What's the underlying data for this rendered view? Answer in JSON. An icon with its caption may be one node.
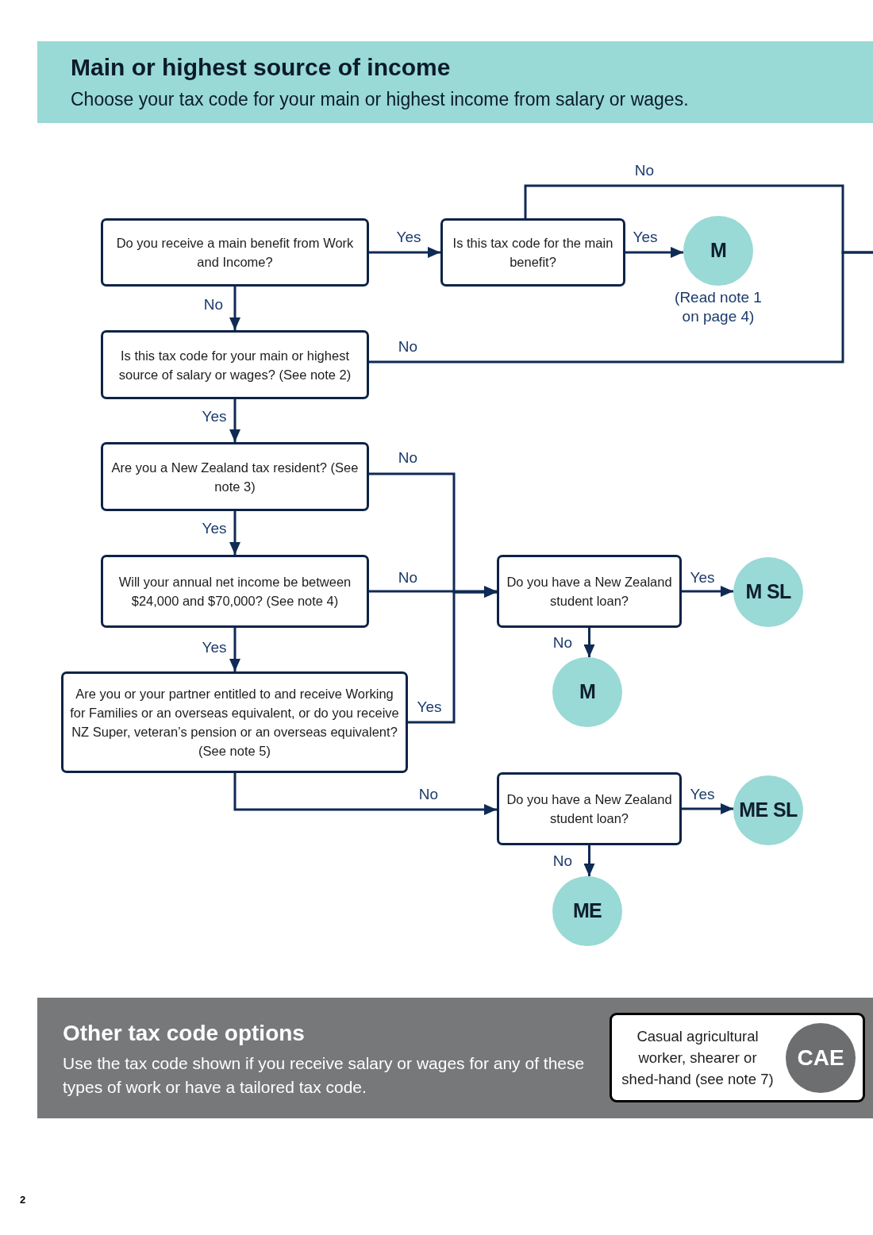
{
  "diagram": {
    "title": "Main or highest source of income",
    "nodes": [
      {
        "text": [
          "Do you receive a main benefit from Work and Income?"
        ]
      },
      {
        "text": [
          "Is this tax code for the main benefit?"
        ]
      },
      {
        "text": [
          "M"
        ],
        "beside": [
          "(Read note 1 on page 4)"
        ]
      },
      {
        "text": [
          "Is this tax code for your main or highest source of salary or wages? (See note 2)"
        ]
      },
      {
        "text": [
          "Are you a New Zealand tax resident? (See note 3)"
        ]
      },
      {
        "text": [
          "Will your annual net income be between $24,000 and $70,000? (See note 4)"
        ]
      },
      {
        "text": [
          "Do you have a New Zealand student loan?"
        ]
      },
      {
        "text": [
          "M SL"
        ]
      },
      {
        "text": [
          "M"
        ]
      },
      {
        "text": [
          "Are you or your partner entitled to and receive Working for Families or an overseas equivalent, or do you receive NZ Super, veteran’s pension or an overseas equivalent? (See note 5)"
        ]
      },
      {
        "text": [
          "Do you have a New Zealand student loan?"
        ]
      },
      {
        "text": [
          "ME SL"
        ]
      },
      {
        "text": [
          "ME"
        ]
      },
      {
        "text": [
          "Other tax code options",
          "Use the tax code shown if you receive salary or wages for any of these types of work or have a tailored tax code."
        ]
      },
      {
        "text": [
          "Casual agricultural worker, shearer or shed-hand (see note 7)"
        ],
        "in": 13
      },
      {
        "text": [
          "CAE"
        ],
        "in": 14
      }
    ],
    "edges": [
      {
        "from": 0,
        "to": 1,
        "arrow": "to",
        "label": "Yes"
      },
      {
        "from": 0,
        "to": 3,
        "arrow": "to",
        "label": "No"
      },
      {
        "from": 1,
        "to": 2,
        "arrow": "to",
        "label": "Yes"
      },
      {
        "from": 1,
        "to": null,
        "arrow": "none",
        "label": "No"
      },
      {
        "from": 3,
        "to": null,
        "arrow": "none",
        "label": "No"
      },
      {
        "from": 3,
        "to": 4,
        "arrow": "to",
        "label": "Yes"
      },
      {
        "from": 4,
        "to": 6,
        "arrow": "to",
        "label": "No"
      },
      {
        "from": 4,
        "to": 5,
        "arrow": "to",
        "label": "Yes"
      },
      {
        "from": 5,
        "to": 6,
        "arrow": "to",
        "label": "No"
      },
      {
        "from": 6,
        "to": 7,
        "arrow": "to",
        "label": "Yes"
      },
      {
        "from": 6,
        "to": 8,
        "arrow": "to",
        "label": "No"
      },
      {
        "from": 5,
        "to": 9,
        "arrow": "to",
        "label": "Yes"
      },
      {
        "from": 9,
        "to": 6,
        "arrow": "to",
        "label": "Yes"
      },
      {
        "from": 9,
        "to": 10,
        "arrow": "to",
        "label": "No"
      },
      {
        "from": 10,
        "to": 11,
        "arrow": "to",
        "label": "Yes"
      },
      {
        "from": 10,
        "to": 12,
        "arrow": "to",
        "label": "No"
      }
    ],
    "labels": [
      "Choose your tax code for your main or highest income from salary or wages.",
      "2"
    ]
  }
}
